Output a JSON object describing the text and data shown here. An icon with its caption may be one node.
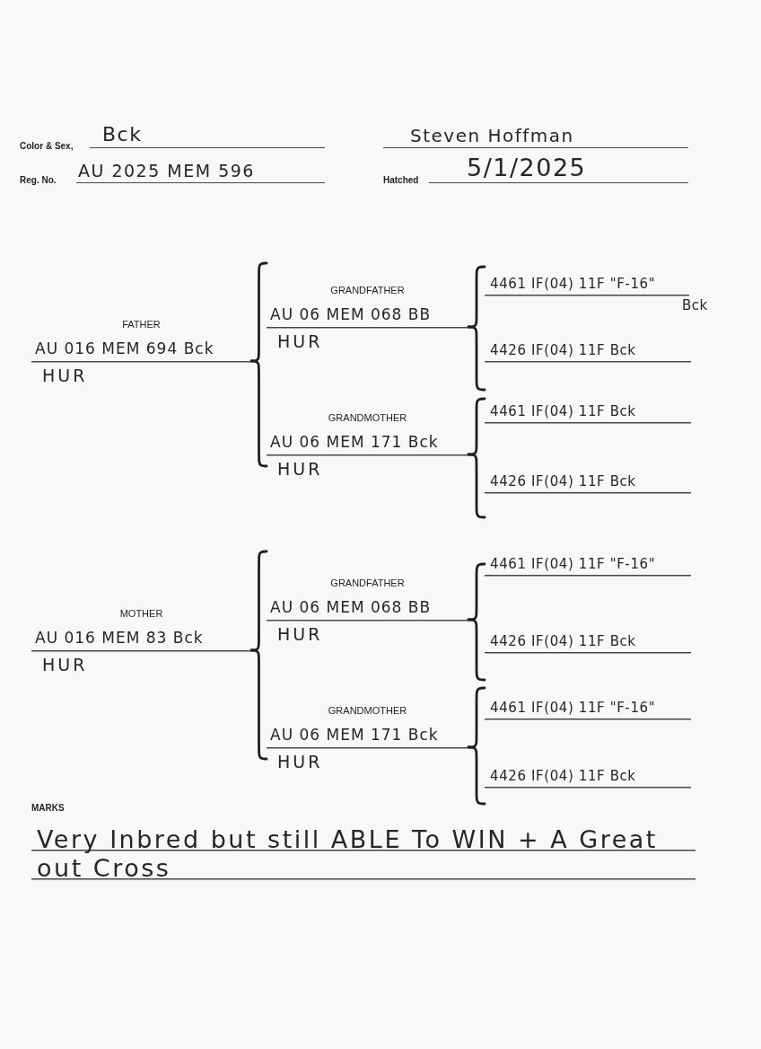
{
  "diagram": {
    "nodes": [
      {
        "text": [
          "FATHER",
          "AU 016 MEM 694 Bck",
          "HUR"
        ]
      },
      {
        "text": [
          "GRANDFATHER",
          "AU 06 MEM 068 BB",
          "HUR"
        ]
      },
      {
        "text": [
          "GRANDMOTHER",
          "AU 06 MEM 171 Bck",
          "HUR"
        ]
      },
      {
        "text": [
          "4461 IF(04) 11F \"F-16\"",
          "Bck"
        ]
      },
      {
        "text": [
          "4426 IF(04) 11F Bck"
        ]
      },
      {
        "text": [
          "4461 IF(04) 11F Bck"
        ]
      },
      {
        "text": [
          "4426 IF(04) 11F Bck"
        ]
      },
      {
        "text": [
          "MOTHER",
          "AU 016 MEM 83 Bck",
          "HUR"
        ]
      },
      {
        "text": [
          "GRANDFATHER",
          "AU 06 MEM 068 BB",
          "HUR"
        ]
      },
      {
        "text": [
          "GRANDMOTHER",
          "AU 06 MEM 171 Bck",
          "HUR"
        ]
      },
      {
        "text": [
          "4461 IF(04) 11F \"F-16\""
        ]
      },
      {
        "text": [
          "4426 IF(04) 11F Bck"
        ]
      },
      {
        "text": [
          "4461 IF(04) 11F \"F-16\""
        ]
      },
      {
        "text": [
          "4426 IF(04) 11F Bck"
        ]
      }
    ],
    "edges": [
      {
        "from": 0,
        "to": 1,
        "arrow": "none"
      },
      {
        "from": 0,
        "to": 2,
        "arrow": "none"
      },
      {
        "from": 1,
        "to": 3,
        "arrow": "none"
      },
      {
        "from": 1,
        "to": 4,
        "arrow": "none"
      },
      {
        "from": 2,
        "to": 5,
        "arrow": "none"
      },
      {
        "from": 2,
        "to": 6,
        "arrow": "none"
      },
      {
        "from": 7,
        "to": 8,
        "arrow": "none"
      },
      {
        "from": 7,
        "to": 9,
        "arrow": "none"
      },
      {
        "from": 8,
        "to": 10,
        "arrow": "none"
      },
      {
        "from": 8,
        "to": 11,
        "arrow": "none"
      },
      {
        "from": 9,
        "to": 12,
        "arrow": "none"
      },
      {
        "from": 9,
        "to": 13,
        "arrow": "none"
      }
    ],
    "labels": [
      "Color & Sex,",
      "Bck",
      "Steven Hoffman",
      "Reg. No.",
      "AU 2025 MEM 596",
      "Hatched",
      "5/1/2025",
      "MARKS",
      "Very Inbred but still ABLE To WIN + A Great out Cross"
    ]
  }
}
